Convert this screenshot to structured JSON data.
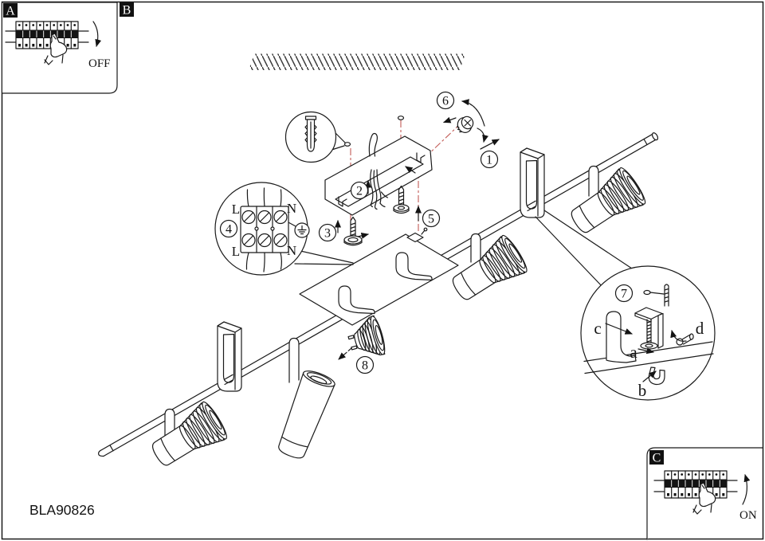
{
  "colors": {
    "accent": "#c25b56",
    "line": "#1a1a1a"
  },
  "page": {
    "model_number": "BLA90826"
  },
  "panels": {
    "a": {
      "label": "A",
      "status": "OFF"
    },
    "b": {
      "label": "B"
    },
    "c": {
      "label": "C",
      "status": "ON"
    }
  },
  "callouts": [
    "1",
    "2",
    "3",
    "4",
    "5",
    "6",
    "7",
    "8"
  ],
  "terminal": {
    "top_left": "L",
    "top_right": "N",
    "bottom_left": "L",
    "bottom_right": "N"
  },
  "detail": {
    "a": "a",
    "b": "b",
    "c": "c",
    "d": "d"
  }
}
